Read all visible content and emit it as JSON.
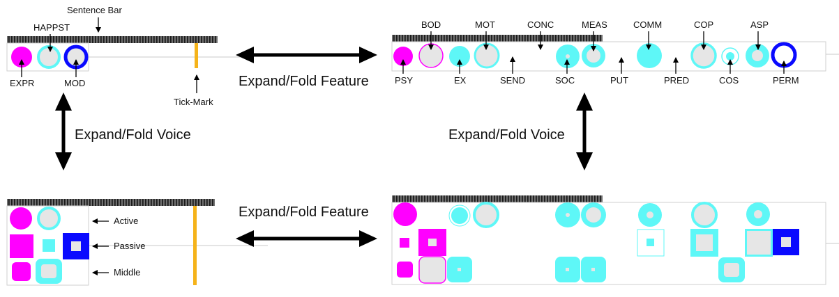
{
  "colors": {
    "magenta": "#ff00ff",
    "cyan": "#5ef7f7",
    "blue": "#0a0aff",
    "orange": "#f5b31a",
    "gray_fill": "#e6e6e6",
    "bar_dark": "#3a3a3a",
    "box_border": "#cfcfcf",
    "arrow": "#000000"
  },
  "labels": {
    "sentence_bar": "Sentence Bar",
    "happst": "HAPPST",
    "expr": "EXPR",
    "mod": "MOD",
    "tick_mark": "Tick-Mark",
    "expand_fold_feature": "Expand/Fold Feature",
    "expand_fold_voice": "Expand/Fold Voice",
    "active": "Active",
    "passive": "Passive",
    "middle": "Middle",
    "top_features": [
      "BOD",
      "MOT",
      "CONC",
      "MEAS",
      "COMM",
      "COP",
      "ASP"
    ],
    "bottom_features": [
      "PSY",
      "EX",
      "SEND",
      "SOC",
      "PUT",
      "PRED",
      "COS",
      "PERM"
    ]
  }
}
